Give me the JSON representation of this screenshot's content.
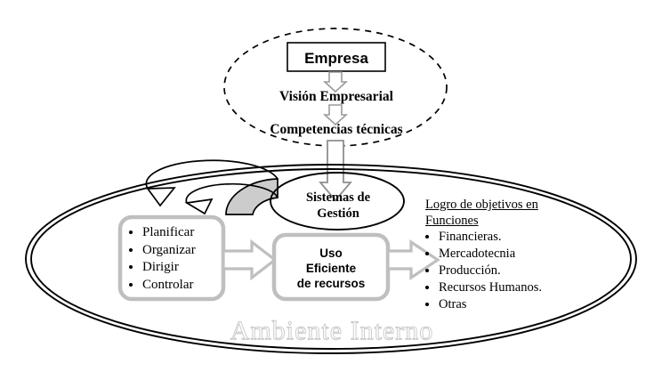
{
  "diagram": {
    "title_watermark": "Ambiente Interno",
    "top_group": {
      "shape": "dashed-ellipse",
      "box_label": "Empresa",
      "flow": [
        {
          "arrow": "down-block-arrow",
          "label": "Visión Empresarial"
        },
        {
          "arrow": "down-block-arrow",
          "label": "Competencias técnicas"
        }
      ]
    },
    "connector": {
      "arrow": "long-down-block-arrow"
    },
    "main_group": {
      "shape": "double-ellipse",
      "systems_node": {
        "label_line1": "Sistemas de",
        "label_line2": "Gestión",
        "shape": "ellipse"
      },
      "cycle_arrow": {
        "name": "curved-cycle-arrow",
        "fill": "#cccccc"
      },
      "functions_box": {
        "items": [
          "Planificar",
          "Organizar",
          "Dirigir",
          "Controlar"
        ]
      },
      "resources_box": {
        "line1": "Uso",
        "line2": "Eficiente",
        "line3": "de recursos"
      },
      "objectives": {
        "heading_line1": "Logro de objetivos en",
        "heading_line2": "Funciones",
        "items": [
          "Financieras.",
          "Mercadotecnia",
          "Producción.",
          "Recursos Humanos.",
          "Otras"
        ]
      }
    },
    "colors": {
      "outline_black": "#000000",
      "gray_border": "#bfbfbf",
      "gray_fill": "#cccccc",
      "watermark": "#d8d8d8",
      "background": "#ffffff"
    }
  }
}
